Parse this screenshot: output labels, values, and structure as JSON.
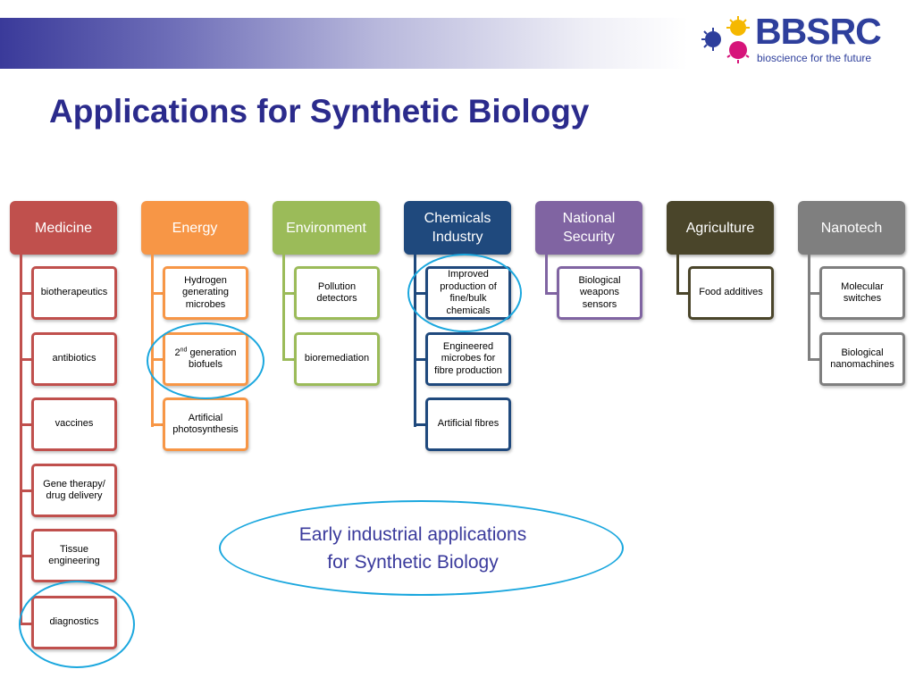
{
  "header": {
    "logo_text": "BBSRC",
    "logo_tagline": "bioscience for the future",
    "title": "Applications for Synthetic Biology"
  },
  "colors": {
    "medicine": "#c0504d",
    "energy": "#f79646",
    "environment": "#9bbb59",
    "chemicals": "#1f497d",
    "security": "#8064a2",
    "agriculture": "#4a452a",
    "nanotech": "#7f7f7f",
    "highlight": "#1aa7de",
    "title": "#2b2b8c"
  },
  "categories": [
    {
      "name": "Medicine",
      "items": [
        "biotherapeutics",
        "antibiotics",
        "vaccines",
        "Gene therapy/ drug delivery",
        "Tissue engineering",
        "diagnostics"
      ]
    },
    {
      "name": "Energy",
      "items": [
        "Hydrogen generating microbes",
        "2nd generation biofuels",
        "Artificial photosynthesis"
      ]
    },
    {
      "name": "Environment",
      "items": [
        "Pollution detectors",
        "bioremediation"
      ]
    },
    {
      "name": "Chemicals Industry",
      "items": [
        "Improved production  of fine/bulk chemicals",
        "Engineered microbes for fibre production",
        "Artificial fibres"
      ]
    },
    {
      "name": "National Security",
      "items": [
        "Biological weapons sensors"
      ]
    },
    {
      "name": "Agriculture",
      "items": [
        "Food additives"
      ]
    },
    {
      "name": "Nanotech",
      "items": [
        "Molecular switches",
        "Biological nanomachines"
      ]
    }
  ],
  "energy_item_2": {
    "prefix": "2",
    "sup": "nd",
    "suffix": " generation biofuels"
  },
  "callout": {
    "line1": "Early industrial applications",
    "line2": "for Synthetic Biology"
  }
}
